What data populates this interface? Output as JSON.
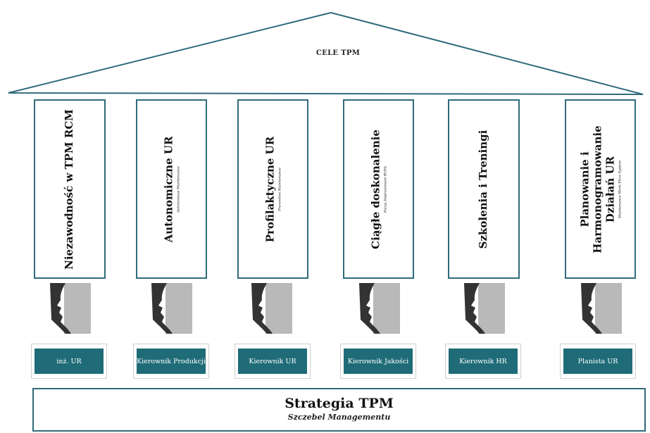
{
  "roof": {
    "title": "CELE TPM"
  },
  "pillars": [
    {
      "title": "Niezawodność w TPM RCM",
      "subtitle": ""
    },
    {
      "title": "Autonomiczne UR",
      "subtitle": "Autonomous Maintenance"
    },
    {
      "title": "Profilaktyczne UR",
      "subtitle": "Preventive Maintenance"
    },
    {
      "title": "Ciągłe doskonalenie",
      "subtitle": "Focus Improvement RCFA"
    },
    {
      "title": "Szkolenia i Treningi",
      "subtitle": ""
    },
    {
      "title": "Planowanie i Harmonogramowanie Działań UR",
      "subtitle": "Maintenance Work Flow System"
    }
  ],
  "roles": [
    {
      "label": "inż. UR"
    },
    {
      "label": "Kierownik Produkcji"
    },
    {
      "label": "Kierownik UR"
    },
    {
      "label": "Kierownik Jakości"
    },
    {
      "label": "Kierownik HR"
    },
    {
      "label": "Planista UR"
    }
  ],
  "base": {
    "title": "Strategia TPM",
    "subtitle": "Szczebel Managementu"
  },
  "colors": {
    "accent": "#1f6c78",
    "outline": "#2f6b7a",
    "head": "#b9b9b9",
    "silhouette": "#333333"
  },
  "icons": {
    "person": "head-profile-icon"
  }
}
